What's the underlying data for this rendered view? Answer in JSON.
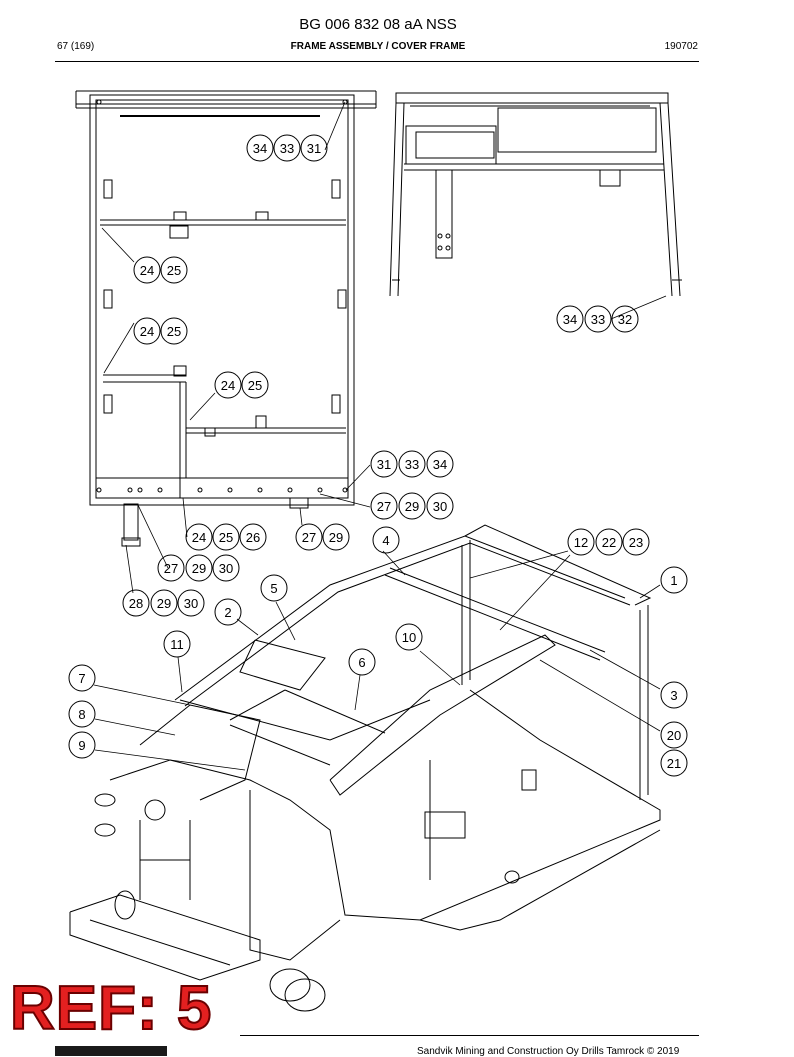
{
  "header": {
    "doc_number": "BG 006 832 08 aA NSS",
    "page": "67 (169)",
    "title": "FRAME ASSEMBLY / COVER FRAME",
    "date_code": "190702"
  },
  "callouts": {
    "c1": "1",
    "c2": "2",
    "c3": "3",
    "c4": "4",
    "c5": "5",
    "c6": "6",
    "c7": "7",
    "c8": "8",
    "c9": "9",
    "c10": "10",
    "c11": "11",
    "c12": "12",
    "c20": "20",
    "c21": "21",
    "c22": "22",
    "c23": "23",
    "c24": "24",
    "c25": "25",
    "c26": "26",
    "c27": "27",
    "c28": "28",
    "c29": "29",
    "c30": "30",
    "c31": "31",
    "c32": "32",
    "c33": "33",
    "c34": "34"
  },
  "stamp": {
    "text": "REF: 5"
  },
  "footer": {
    "text": "Sandvik Mining and Construction Oy Drills Tamrock © 2019"
  },
  "colors": {
    "stamp": "#e32020",
    "line": "#000000"
  }
}
